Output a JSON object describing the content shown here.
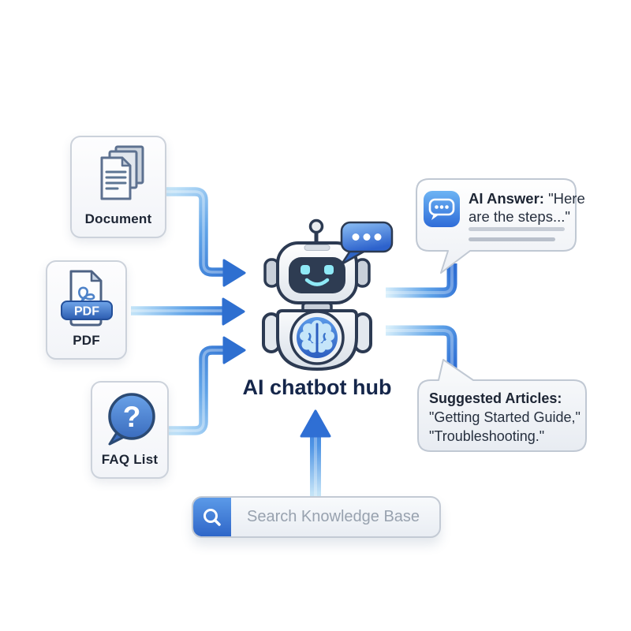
{
  "hub": {
    "label": "AI chatbot hub"
  },
  "sources": {
    "document": {
      "label": "Document",
      "icon": "document-stack-icon"
    },
    "pdf": {
      "label": "PDF",
      "badge": "PDF",
      "icon": "pdf-file-icon"
    },
    "faq": {
      "label": "FAQ List",
      "glyph": "?",
      "icon": "question-bubble-icon"
    }
  },
  "ai_answer": {
    "label": "AI Answer:",
    "text": " \"Here are the steps...\"",
    "icon": "chat-dots-icon"
  },
  "suggested": {
    "label": "Suggested Articles:",
    "line1": "\"Getting Started Guide,\"",
    "line2": "\"Troubleshooting.\""
  },
  "search": {
    "placeholder": "Search Knowledge Base",
    "icon": "search-icon"
  },
  "colors": {
    "arrow_light": "#c6e6f9",
    "arrow_mid": "#5fa3e8",
    "arrow_deep": "#2e6fd0",
    "outline_navy": "#2c3a52",
    "accent_blue": "#2f66c8",
    "eye_cyan": "#8fe9f6",
    "card_border": "#ccd2db",
    "text_dark": "#1d2534"
  }
}
